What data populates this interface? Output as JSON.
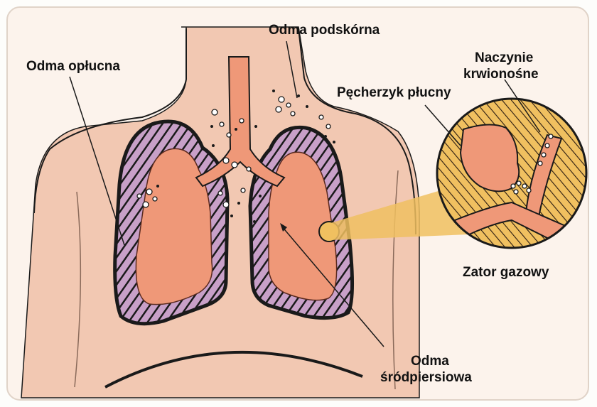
{
  "labels": {
    "pleural": "Odma opłucna",
    "subcutaneous": "Odma podskórna",
    "vessel_1": "Naczynie",
    "vessel_2": "krwionośne",
    "alveolus": "Pęcherzyk płucny",
    "embolism": "Zator gazowy",
    "mediastinal_1": "Odma",
    "mediastinal_2": "śródpiersiowa"
  },
  "colors": {
    "background": "#fcf3ec",
    "skin": "#f2c8b2",
    "lung": "#ef9878",
    "hatch": "#c8a0c8",
    "zoom": "#f0c060",
    "outline": "#1a1a1a"
  }
}
